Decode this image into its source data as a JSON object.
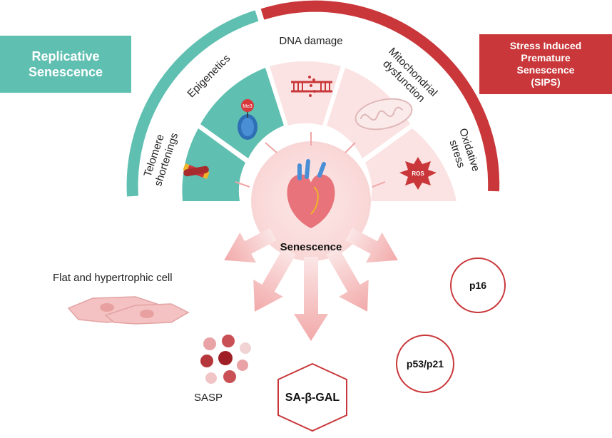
{
  "colors": {
    "teal": "#5fbfb1",
    "teal_dark": "#3ea89b",
    "red": "#c9373a",
    "pink_light": "#fbe3e3",
    "pink_mid": "#f6c9c9",
    "arrow_pink": "#f4b4b4",
    "circle_border": "#c9373a"
  },
  "header": {
    "replicative": [
      "Replicative",
      "Senescence"
    ],
    "sips": [
      "Stress Induced",
      "Premature",
      "Senescence",
      "(SIPS)"
    ]
  },
  "segments": {
    "dna_damage": "DNA damage",
    "epigenetics": "Epigenetics",
    "telomere": [
      "Telomere",
      "shortenings"
    ],
    "mitochondrial": [
      "Mitochondrial",
      "dysfunction"
    ],
    "oxidative": [
      "Oxidative",
      "stress"
    ]
  },
  "icons": {
    "me3_label": "Me3",
    "ros_label": "ROS",
    "chromosome": "chromosome-icon",
    "histone": "histone-icon",
    "dna": "dna-break-icon",
    "mitochondria": "mitochondria-icon",
    "ros": "ros-burst-icon",
    "heart": "heart-icon",
    "cell": "hypertrophic-cell-icon",
    "sasp": "sasp-particles-icon"
  },
  "center": {
    "label": "Senescence"
  },
  "outcomes": {
    "flat_cell": "Flat and hypertrophic cell",
    "sasp": "SASP",
    "sa_beta_gal": "SA-β-GAL",
    "p53_p21": "p53/p21",
    "p16": "p16"
  }
}
